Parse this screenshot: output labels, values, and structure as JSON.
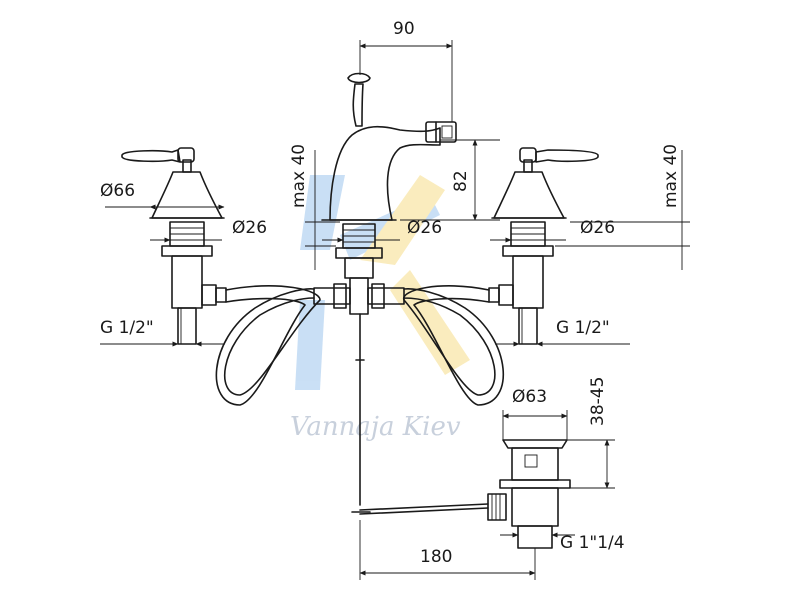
{
  "dimensions": {
    "width_90": "90",
    "max40_left": "max 40",
    "height_82": "82",
    "max40_right": "max 40",
    "dia66": "Ø66",
    "dia26_left": "Ø26",
    "dia26_center": "Ø26",
    "dia26_right": "Ø26",
    "thread_left": "G 1/2\"",
    "thread_right": "G 1/2\"",
    "dia63": "Ø63",
    "range_38_45": "38-45",
    "length_180": "180",
    "thread_waste": "G 1\"1/4"
  },
  "watermark": {
    "text": "Vannaja Kiev",
    "colors": {
      "blue": "#9ec6ee",
      "yellow": "#f6dd8a"
    }
  },
  "colors": {
    "line": "#1a1a1a",
    "background": "#ffffff"
  }
}
